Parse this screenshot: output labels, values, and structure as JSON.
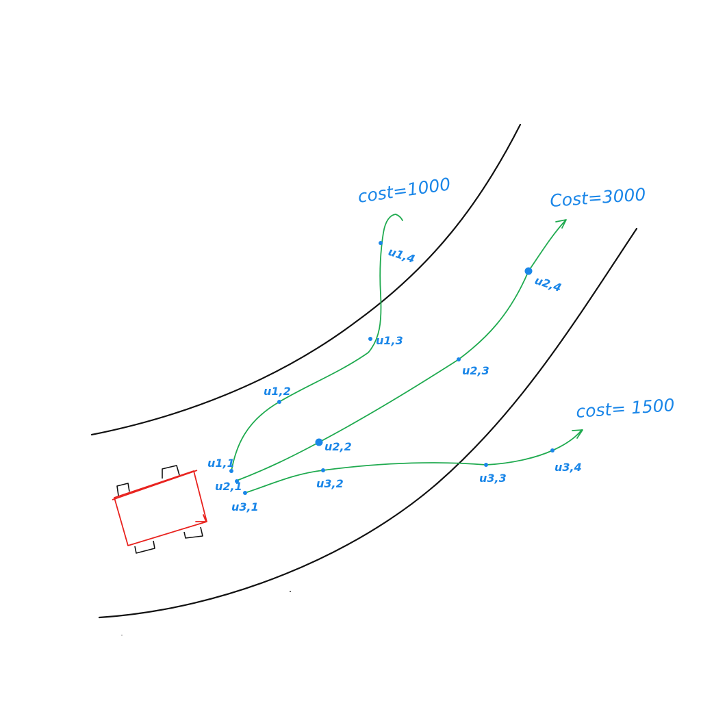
{
  "colors": {
    "road": "#111111",
    "trajectory": "#1faa4f",
    "annotation": "#1a86e8",
    "car": "#e8231f",
    "wheel": "#111111"
  },
  "costs": [
    {
      "id": "c1",
      "text": "cost=1000"
    },
    {
      "id": "c2",
      "text": "Cost=3000"
    },
    {
      "id": "c3",
      "text": "cost= 1500"
    }
  ],
  "points": [
    {
      "id": "u11",
      "text": "u1,1"
    },
    {
      "id": "u12",
      "text": "u1,2"
    },
    {
      "id": "u13",
      "text": "u1,3"
    },
    {
      "id": "u14",
      "text": "u1,4"
    },
    {
      "id": "u21",
      "text": "u2,1"
    },
    {
      "id": "u22",
      "text": "u2,2"
    },
    {
      "id": "u23",
      "text": "u2,3"
    },
    {
      "id": "u24",
      "text": "u2,4"
    },
    {
      "id": "u31",
      "text": "u3,1"
    },
    {
      "id": "u32",
      "text": "u3,2"
    },
    {
      "id": "u33",
      "text": "u3,3"
    },
    {
      "id": "u34",
      "text": "u3,4"
    }
  ]
}
